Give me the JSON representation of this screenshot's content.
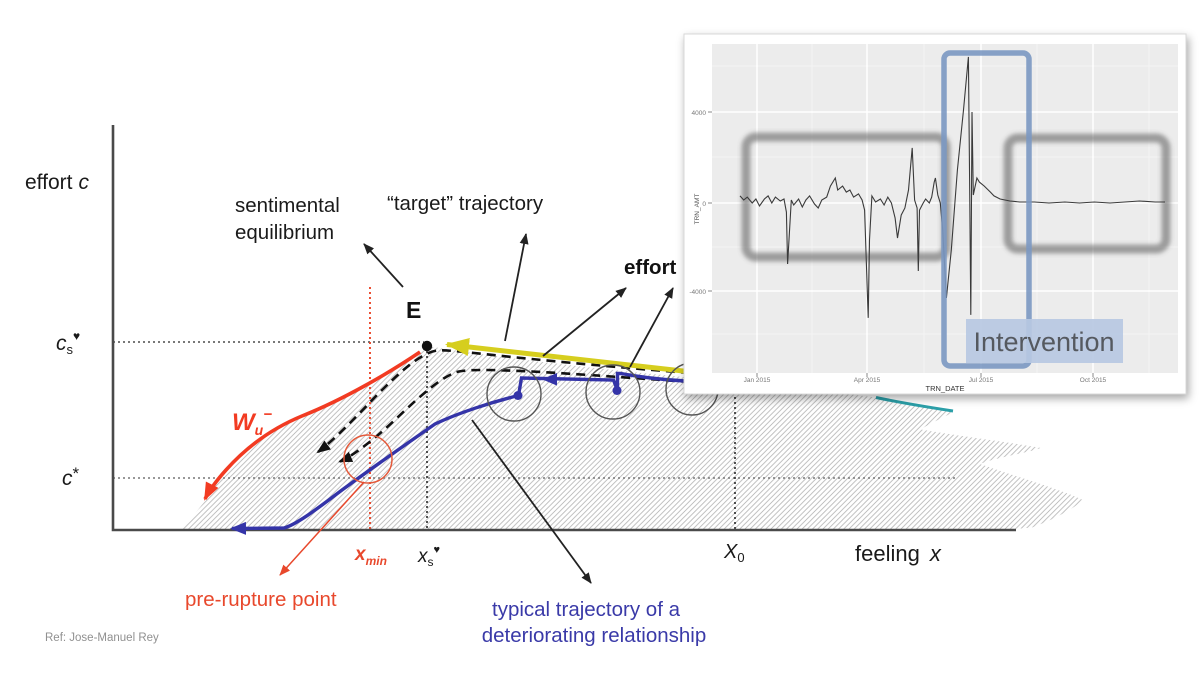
{
  "labels": {
    "effort_axis": {
      "word": "effort",
      "var": "c"
    },
    "feeling_axis": {
      "word": "feeling",
      "var": "x"
    },
    "sentimental_line1": "sentimental",
    "sentimental_line2": "equilibrium",
    "target": "“target” trajectory",
    "effort_bold": "effort",
    "equilibrium_point": "E",
    "cs": {
      "base": "c",
      "sub": "s",
      "sup": "♥"
    },
    "cstar": {
      "base": "c",
      "sup": "*"
    },
    "wu": {
      "base": "W",
      "sub": "u",
      "sup": "−"
    },
    "xmin": {
      "base": "x",
      "sub": "min"
    },
    "xs": {
      "base": "x",
      "sub": "s",
      "sup": "♥"
    },
    "x0": {
      "base": "X",
      "sub": "0"
    },
    "prerupture": "pre-rupture point",
    "typical_line1": "typical trajectory of a",
    "typical_line2": "deteriorating relationship",
    "ref": "Ref: Jose-Manuel Rey"
  },
  "colors": {
    "red_curve": "#f23b22",
    "blue_curve": "#3434a8",
    "yellow_arrow": "#d6ce1e",
    "teal_segment": "#2b9fa8",
    "annotation_red": "#e8482c",
    "hatch_line": "#b4b4b4",
    "axis": "#4a4a4a",
    "intervention_box_fill": "#b7c8e2",
    "intervention_rect_stroke": "#7b98c2",
    "highlight_gray": "#5a5a5a"
  },
  "inset": {
    "intervention_label": "Intervention"
  },
  "chart_data": {
    "type": "line",
    "title": "",
    "xlabel": "TRN_DATE",
    "ylabel": "TRN_AMT",
    "x_tick_labels": [
      "Jan 2015",
      "Apr 2015",
      "Jul 2015",
      "Oct 2015"
    ],
    "y_tick_labels": [
      "4000",
      "0",
      "-4000"
    ],
    "ylim": [
      -8000,
      7000
    ],
    "x_unit": "days from Jan 1 2015",
    "grid": true,
    "legend": false,
    "annotations": [
      "Intervention"
    ],
    "series": [
      {
        "name": "TRN_AMT",
        "points": [
          [
            -14,
            310
          ],
          [
            -11,
            130
          ],
          [
            -8,
            260
          ],
          [
            -4,
            0
          ],
          [
            -1,
            175
          ],
          [
            2,
            -130
          ],
          [
            6,
            175
          ],
          [
            9,
            310
          ],
          [
            12,
            0
          ],
          [
            15,
            260
          ],
          [
            19,
            90
          ],
          [
            22,
            175
          ],
          [
            24,
            -400
          ],
          [
            25,
            -2680
          ],
          [
            28,
            130
          ],
          [
            30,
            -90
          ],
          [
            34,
            175
          ],
          [
            37,
            -175
          ],
          [
            40,
            130
          ],
          [
            43,
            310
          ],
          [
            47,
            -45
          ],
          [
            50,
            -220
          ],
          [
            53,
            130
          ],
          [
            57,
            260
          ],
          [
            60,
            745
          ],
          [
            64,
            1100
          ],
          [
            66,
            570
          ],
          [
            70,
            745
          ],
          [
            73,
            480
          ],
          [
            76,
            570
          ],
          [
            79,
            260
          ],
          [
            83,
            400
          ],
          [
            86,
            130
          ],
          [
            88,
            -310
          ],
          [
            91,
            -5050
          ],
          [
            92,
            -1625
          ],
          [
            94,
            310
          ],
          [
            97,
            45
          ],
          [
            101,
            175
          ],
          [
            104,
            -90
          ],
          [
            107,
            260
          ],
          [
            110,
            0
          ],
          [
            113,
            -660
          ],
          [
            115,
            -1540
          ],
          [
            118,
            -530
          ],
          [
            121,
            -220
          ],
          [
            124,
            570
          ],
          [
            127,
            2420
          ],
          [
            129,
            130
          ],
          [
            131,
            -220
          ],
          [
            132,
            -2990
          ],
          [
            133,
            -310
          ],
          [
            136,
            0
          ],
          [
            138,
            175
          ],
          [
            141,
            0
          ],
          [
            143,
            260
          ],
          [
            145,
            920
          ],
          [
            146,
            1100
          ],
          [
            148,
            350
          ],
          [
            150,
            0
          ],
          [
            152,
            -1190
          ],
          [
            155,
            -4175
          ],
          [
            159,
            -2065
          ],
          [
            164,
            1450
          ],
          [
            169,
            4090
          ],
          [
            173,
            6420
          ],
          [
            174,
            1010
          ],
          [
            175,
            -4920
          ],
          [
            176,
            4000
          ],
          [
            177,
            350
          ],
          [
            180,
            1100
          ],
          [
            182,
            920
          ],
          [
            186,
            745
          ],
          [
            191,
            480
          ],
          [
            194,
            310
          ],
          [
            199,
            175
          ],
          [
            207,
            90
          ],
          [
            215,
            45
          ],
          [
            227,
            45
          ],
          [
            239,
            0
          ],
          [
            252,
            45
          ],
          [
            264,
            0
          ],
          [
            276,
            45
          ],
          [
            289,
            0
          ],
          [
            301,
            45
          ],
          [
            313,
            90
          ],
          [
            326,
            45
          ],
          [
            334,
            45
          ]
        ]
      }
    ]
  }
}
